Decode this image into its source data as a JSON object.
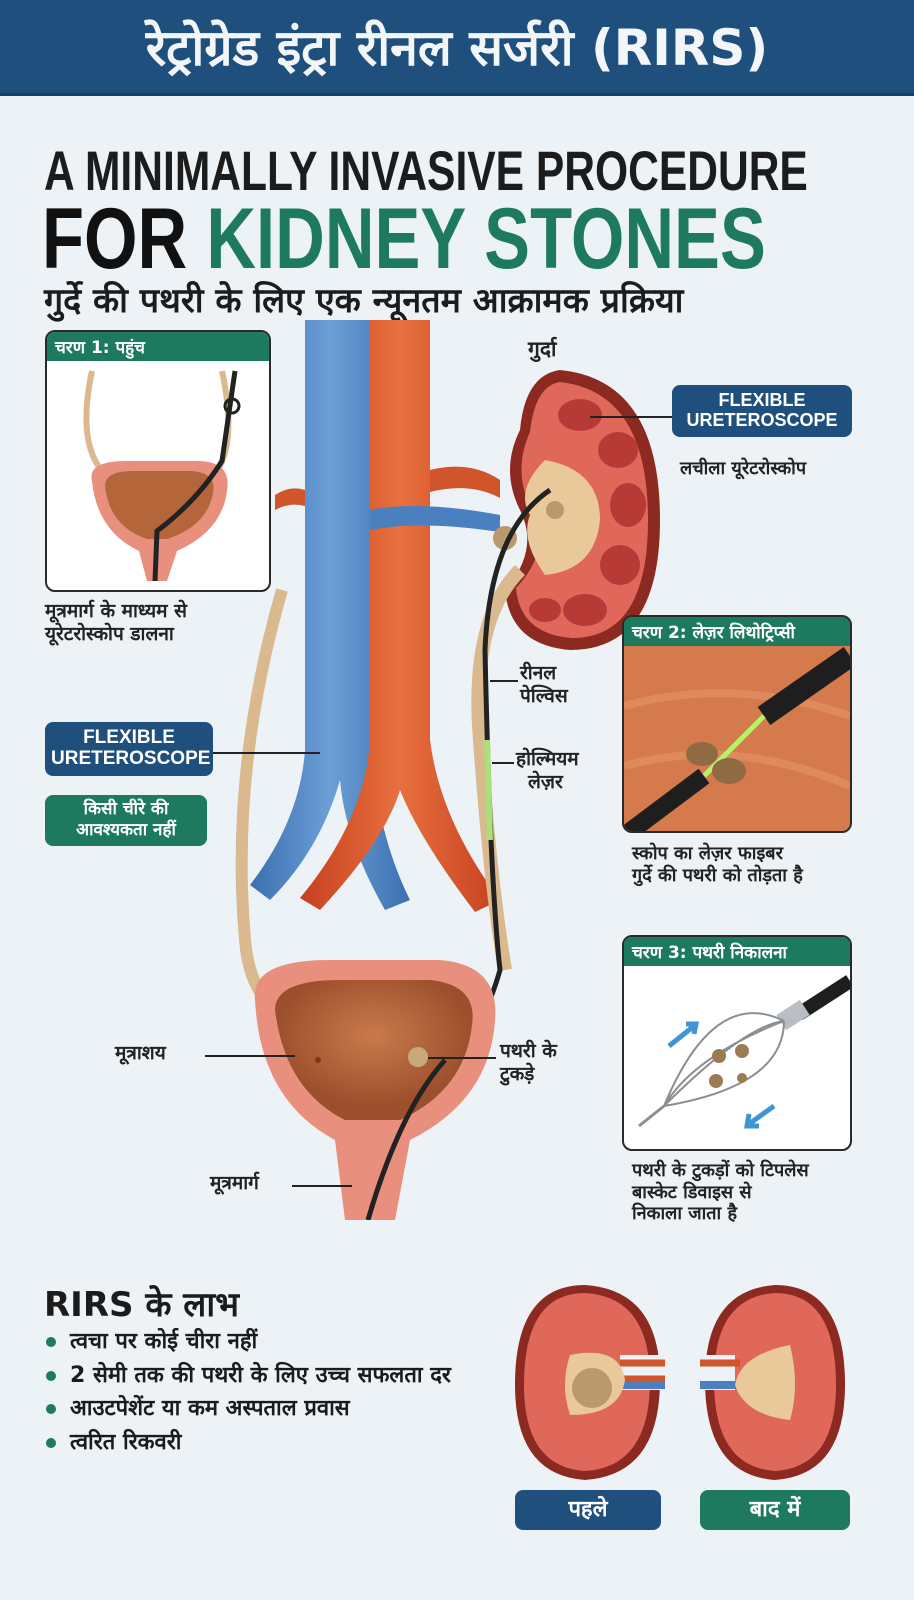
{
  "header": {
    "title": "रेट्रोग्रेड इंट्रा रीनल सर्जरी (RIRS)"
  },
  "headline": {
    "line1": "A MINIMALLY INVASIVE PROCEDURE",
    "line2_prefix": "FOR",
    "line2_highlight": "KIDNEY STONES",
    "subtitle": "गुर्दे की पथरी के लिए एक न्यूनतम आक्रामक प्रक्रिया"
  },
  "colors": {
    "navy": "#1f4f7d",
    "green": "#1e7a5e",
    "background": "#edf2f6"
  },
  "step1": {
    "title": "चरण 1: पहुंच",
    "caption_line1": "मूत्रमार्ग के माध्यम से",
    "caption_line2": "यूरेटरोस्कोप डालना"
  },
  "step2": {
    "title": "चरण 2: लेज़र लिथोट्रिप्सी",
    "caption_line1": "स्कोप का लेज़र फाइबर",
    "caption_line2": "गुर्दे की पथरी को तोड़ता है"
  },
  "step3": {
    "title": "चरण 3: पथरी निकालना",
    "caption_line1": "पथरी के टुकड़ों को टिपलेस",
    "caption_line2": "बास्केट डिवाइस से",
    "caption_line3": "निकाला जाता है"
  },
  "left_tag": {
    "line1": "FLEXIBLE",
    "line2": "URETEROSCOPE"
  },
  "no_incision_tag": {
    "line1": "किसी चीरे की",
    "line2": "आवश्यकता नहीं"
  },
  "right_tag": {
    "line1": "FLEXIBLE",
    "line2": "URETEROSCOPE",
    "caption": "लचीला यूरेटरोस्कोप"
  },
  "labels": {
    "kidney": "गुर्दा",
    "renal_pelvis_1": "रीनल",
    "renal_pelvis_2": "पेल्विस",
    "holmium_1": "होल्मियम",
    "holmium_2": "लेज़र",
    "bladder": "मूत्राशय",
    "fragments_1": "पथरी के",
    "fragments_2": "टुकड़े",
    "urethra": "मूत्रमार्ग"
  },
  "benefits": {
    "title": "RIRS के लाभ",
    "items": [
      "त्वचा पर कोई चीरा नहीं",
      "2 सेमी तक की पथरी के लिए उच्च सफलता दर",
      "आउटपेशेंट या कम अस्पताल प्रवास",
      "त्वरित रिकवरी"
    ]
  },
  "comparison": {
    "before": "पहले",
    "after": "बाद में"
  }
}
